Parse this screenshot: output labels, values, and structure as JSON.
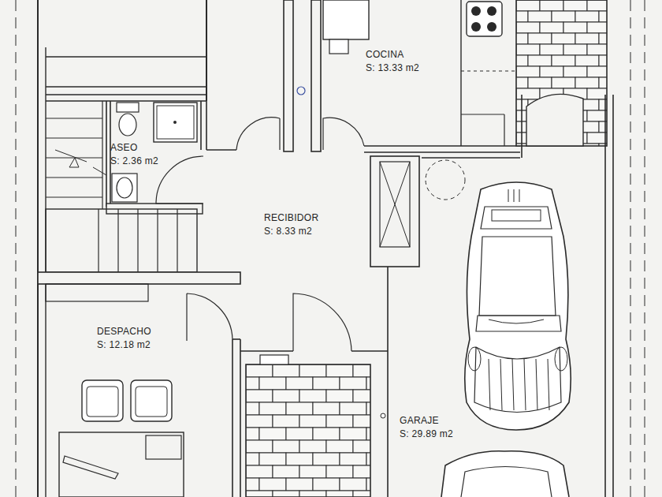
{
  "diagram": {
    "nodes": [
      {
        "text": [
          "COCINA",
          "S: 13.33 m2"
        ]
      },
      {
        "text": [
          "ASEO",
          "S: 2.36 m2"
        ]
      },
      {
        "text": [
          "RECIBIDOR",
          "S: 8.33 m2"
        ]
      },
      {
        "text": [
          "DESPACHO",
          "S: 12.18 m2"
        ]
      },
      {
        "text": [
          "GARAJE",
          "S: 29.89 m2"
        ]
      }
    ]
  }
}
